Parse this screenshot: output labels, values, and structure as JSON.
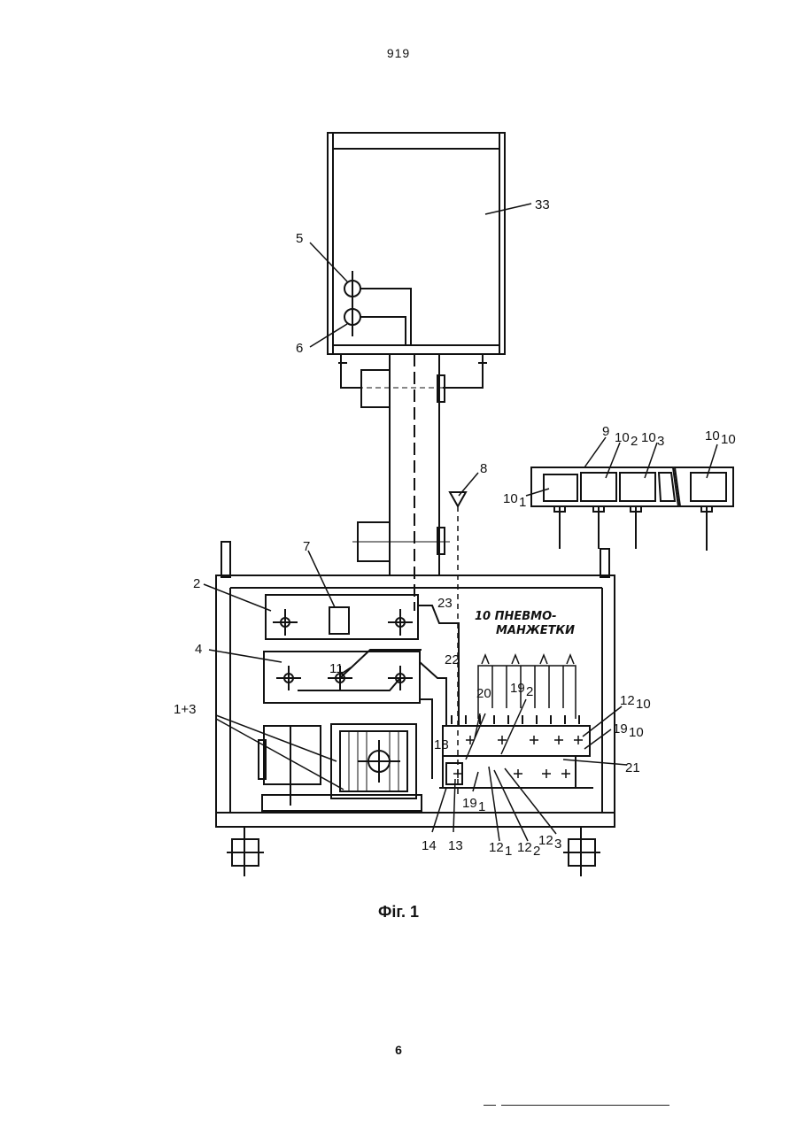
{
  "header": {
    "page_number": "919"
  },
  "figure": {
    "caption": "Фіг. 1",
    "labels": {
      "l33": "33",
      "l5": "5",
      "l6": "6",
      "l8": "8",
      "l9": "9",
      "l10_2": "10",
      "l10_2s": "2",
      "l10_3": "10",
      "l10_3s": "3",
      "l10_10": "10",
      "l10_10s": "10",
      "l10_1": "10",
      "l10_1s": "1",
      "l7": "7",
      "l2": "2",
      "l23": "23",
      "l4": "4",
      "l11": "11",
      "l22": "22",
      "l13plus": "1+3",
      "l20": "20",
      "l19_2": "19",
      "l19_2s": "2",
      "l12_10": "12",
      "l12_10s": "10",
      "l19_10": "19",
      "l19_10s": "10",
      "l18": "18",
      "l21": "21",
      "l19_1": "19",
      "l19_1s": "1",
      "l14": "14",
      "l13": "13",
      "l12_1": "12",
      "l12_1s": "1",
      "l12_2": "12",
      "l12_2s": "2",
      "l12_3": "12",
      "l12_3s": "3",
      "note_line1": "10 ПНЕВМО-",
      "note_line2": "МАНЖЕТКИ"
    }
  },
  "footer": {
    "page_number": "6"
  }
}
